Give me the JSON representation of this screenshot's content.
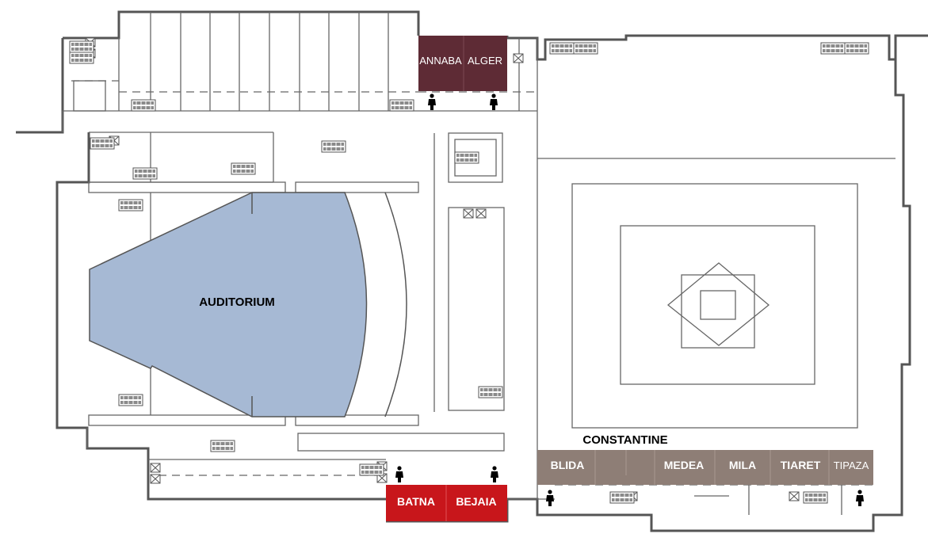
{
  "colors": {
    "auditorium_fill": "#a6b9d4",
    "north_rooms": "#5e2b35",
    "south_east_rooms": "#8e7e76",
    "south_red_rooms": "#c8161b",
    "walls": "#555555"
  },
  "rooms": {
    "auditorium": "AUDITORIUM",
    "annaba": "ANNABA",
    "alger": "ALGER",
    "constantine": "CONSTANTINE",
    "blida": "BLIDA",
    "medea": "MEDEA",
    "mila": "MILA",
    "tiaret": "TIARET",
    "tipaza": "TIPAZA",
    "batna": "BATNA",
    "bejaia": "BEJAIA"
  },
  "icons": [
    "restroom-icon",
    "elevator-icon",
    "stairs-icon"
  ]
}
